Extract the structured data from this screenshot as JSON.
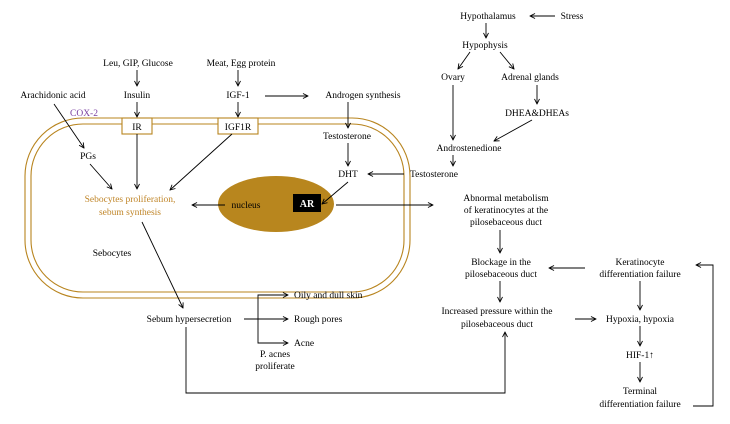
{
  "nodes": {
    "hypothalamus": "Hypothalamus",
    "stress": "Stress",
    "hypophysis": "Hypophysis",
    "ovary": "Ovary",
    "adrenal_glands": "Adrenal glands",
    "dhea": "DHEA&DHEAs",
    "androstenedione": "Androstenedione",
    "testosterone_ext": "Testosterone",
    "leu_gip_glucose": "Leu, GIP, Glucose",
    "meat_egg": "Meat, Egg protein",
    "arachidonic_acid": "Arachidonic acid",
    "cox2": "COX-2",
    "insulin": "Insulin",
    "igf1": "IGF-1",
    "androgen_synthesis": "Androgen synthesis",
    "ir": "IR",
    "igf1r": "IGF1R",
    "testosterone_in": "Testosterone",
    "dht": "DHT",
    "pgs": "PGs",
    "sebocytes_prolif_1": "Sebocytes proliferation,",
    "sebocytes_prolif_2": "sebum synthesis",
    "nucleus": "nucleus",
    "ar": "AR",
    "sebocytes": "Sebocytes",
    "abnormal_1": "Abnormal metabolism",
    "abnormal_2": "of keratinocytes at the",
    "abnormal_3": "pilosebaceous duct",
    "blockage_1": "Blockage in the",
    "blockage_2": "pilosebaceous duct",
    "keratinocyte_1": "Keratinocyte",
    "keratinocyte_2": "differentiation failure",
    "sebum_hypersecretion": "Sebum hypersecretion",
    "oily_skin": "Oily and dull skin",
    "rough_pores": "Rough pores",
    "acne": "Acne",
    "pacnes_1": "P. acnes",
    "pacnes_2": "proliferate",
    "pressure_1": "Increased pressure within the",
    "pressure_2": "pilosebaceous duct",
    "hypoxia": "Hypoxia, hypoxia",
    "hif1": "HIF-1↑",
    "terminal_1": "Terminal",
    "terminal_2": "differentiation failure"
  },
  "colors": {
    "cell_membrane": "#b8841e",
    "nucleus_fill": "#b8861e",
    "ar_box": "#000000",
    "orange_text": "#c0862a",
    "purple_text": "#7a3fa0"
  }
}
